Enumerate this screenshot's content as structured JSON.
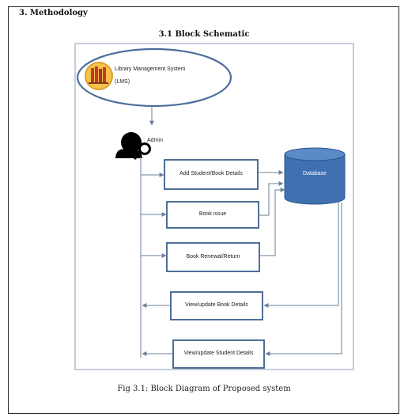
{
  "section_heading": "3. Methodology",
  "figure_title": "3.1 Block Schematic",
  "caption": "Fig 3.1: Block Diagram of Proposed system",
  "diagram": {
    "system": {
      "line1": "Library Management System",
      "line2": "(LMS)"
    },
    "actor": "Admin",
    "database": "Database",
    "boxes": {
      "add_details": "Add Student/Book Details",
      "book_issue": "Book issue",
      "renewal_return": "Book Renewal/Return",
      "view_book": "View/update Book Details",
      "view_student": "View/update Student Details"
    },
    "colors": {
      "box_border": "#3c5f8c",
      "arrow": "#6b7f99",
      "database_fill": "#3f70b0",
      "database_dark": "#2c5688",
      "ellipse_border": "#4a6e9c",
      "logo_ring": "#e0a030",
      "logo_fill": "#f6c24a",
      "book_red": "#c0392b"
    },
    "icons": [
      "books-logo-icon",
      "user-admin-icon",
      "key-icon",
      "database-cylinder-icon"
    ]
  }
}
